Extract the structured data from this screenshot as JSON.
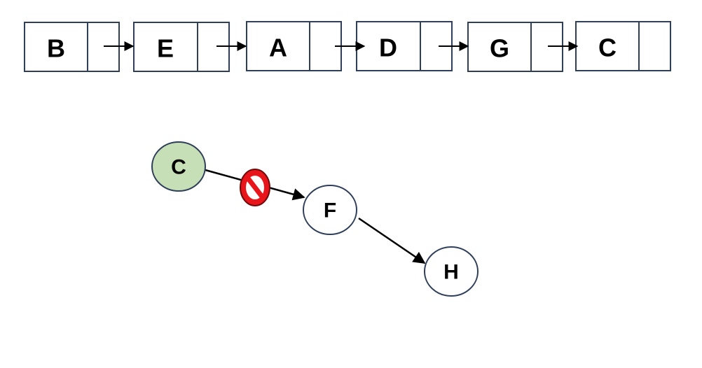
{
  "linked_list": {
    "nodes": [
      {
        "label": "B"
      },
      {
        "label": "E"
      },
      {
        "label": "A"
      },
      {
        "label": "D"
      },
      {
        "label": "G"
      },
      {
        "label": "C"
      }
    ]
  },
  "tree": {
    "nodes": [
      {
        "id": "C",
        "label": "C",
        "highlighted": true
      },
      {
        "id": "F",
        "label": "F",
        "highlighted": false
      },
      {
        "id": "H",
        "label": "H",
        "highlighted": false
      }
    ],
    "edges": [
      {
        "from": "C",
        "to": "F",
        "blocked": true
      },
      {
        "from": "F",
        "to": "H",
        "blocked": false
      }
    ]
  },
  "colors": {
    "box_border": "#2f3f5a",
    "circle_border": "#2f3f5a",
    "highlight_fill": "#c6dfb6",
    "arrow": "#000000",
    "block_red": "#e8151b",
    "block_outline": "#6e0a0a"
  },
  "icons": {
    "blocked": "no-entry-icon"
  }
}
